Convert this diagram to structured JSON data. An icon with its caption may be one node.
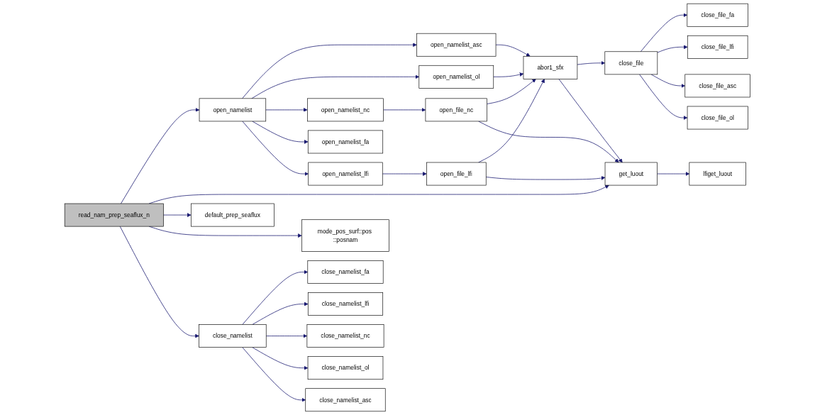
{
  "diagram": {
    "nodes": [
      {
        "text": [
          "read_nam_prep_seaflux_n"
        ]
      },
      {
        "text": [
          "open_namelist"
        ]
      },
      {
        "text": [
          "default_prep_seaflux"
        ]
      },
      {
        "text": [
          "mode_pos_surf::pos ::posnam"
        ]
      },
      {
        "text": [
          "close_namelist"
        ]
      },
      {
        "text": [
          "open_namelist_asc"
        ]
      },
      {
        "text": [
          "open_namelist_ol"
        ]
      },
      {
        "text": [
          "open_namelist_nc"
        ]
      },
      {
        "text": [
          "open_namelist_fa"
        ]
      },
      {
        "text": [
          "open_namelist_lfi"
        ]
      },
      {
        "text": [
          "close_namelist_fa"
        ]
      },
      {
        "text": [
          "close_namelist_lfi"
        ]
      },
      {
        "text": [
          "close_namelist_nc"
        ]
      },
      {
        "text": [
          "close_namelist_ol"
        ]
      },
      {
        "text": [
          "close_namelist_asc"
        ]
      },
      {
        "text": [
          "open_file_nc"
        ]
      },
      {
        "text": [
          "open_file_lfi"
        ]
      },
      {
        "text": [
          "abor1_sfx"
        ]
      },
      {
        "text": [
          "get_luout"
        ]
      },
      {
        "text": [
          "close_file"
        ]
      },
      {
        "text": [
          "lfiget_luout"
        ]
      },
      {
        "text": [
          "close_file_fa"
        ]
      },
      {
        "text": [
          "close_file_lfi"
        ]
      },
      {
        "text": [
          "close_file_asc"
        ]
      },
      {
        "text": [
          "close_file_ol"
        ]
      }
    ],
    "edges": [
      {
        "from": 0,
        "to": 1,
        "arrow": "to"
      },
      {
        "from": 0,
        "to": 18,
        "arrow": "to"
      },
      {
        "from": 0,
        "to": 2,
        "arrow": "to"
      },
      {
        "from": 0,
        "to": 3,
        "arrow": "to"
      },
      {
        "from": 0,
        "to": 4,
        "arrow": "to"
      },
      {
        "from": 1,
        "to": 5,
        "arrow": "to"
      },
      {
        "from": 1,
        "to": 6,
        "arrow": "to"
      },
      {
        "from": 1,
        "to": 7,
        "arrow": "to"
      },
      {
        "from": 1,
        "to": 8,
        "arrow": "to"
      },
      {
        "from": 1,
        "to": 9,
        "arrow": "to"
      },
      {
        "from": 5,
        "to": 17,
        "arrow": "to"
      },
      {
        "from": 6,
        "to": 17,
        "arrow": "to"
      },
      {
        "from": 7,
        "to": 15,
        "arrow": "to"
      },
      {
        "from": 15,
        "to": 17,
        "arrow": "to"
      },
      {
        "from": 15,
        "to": 18,
        "arrow": "to"
      },
      {
        "from": 9,
        "to": 16,
        "arrow": "to"
      },
      {
        "from": 16,
        "to": 17,
        "arrow": "to"
      },
      {
        "from": 16,
        "to": 18,
        "arrow": "to"
      },
      {
        "from": 17,
        "to": 19,
        "arrow": "to"
      },
      {
        "from": 17,
        "to": 18,
        "arrow": "to"
      },
      {
        "from": 19,
        "to": 21,
        "arrow": "to"
      },
      {
        "from": 19,
        "to": 22,
        "arrow": "to"
      },
      {
        "from": 19,
        "to": 23,
        "arrow": "to"
      },
      {
        "from": 19,
        "to": 24,
        "arrow": "to"
      },
      {
        "from": 18,
        "to": 20,
        "arrow": "to"
      },
      {
        "from": 4,
        "to": 10,
        "arrow": "to"
      },
      {
        "from": 4,
        "to": 11,
        "arrow": "to"
      },
      {
        "from": 4,
        "to": 12,
        "arrow": "to"
      },
      {
        "from": 4,
        "to": 13,
        "arrow": "to"
      },
      {
        "from": 4,
        "to": 14,
        "arrow": "to"
      }
    ]
  }
}
